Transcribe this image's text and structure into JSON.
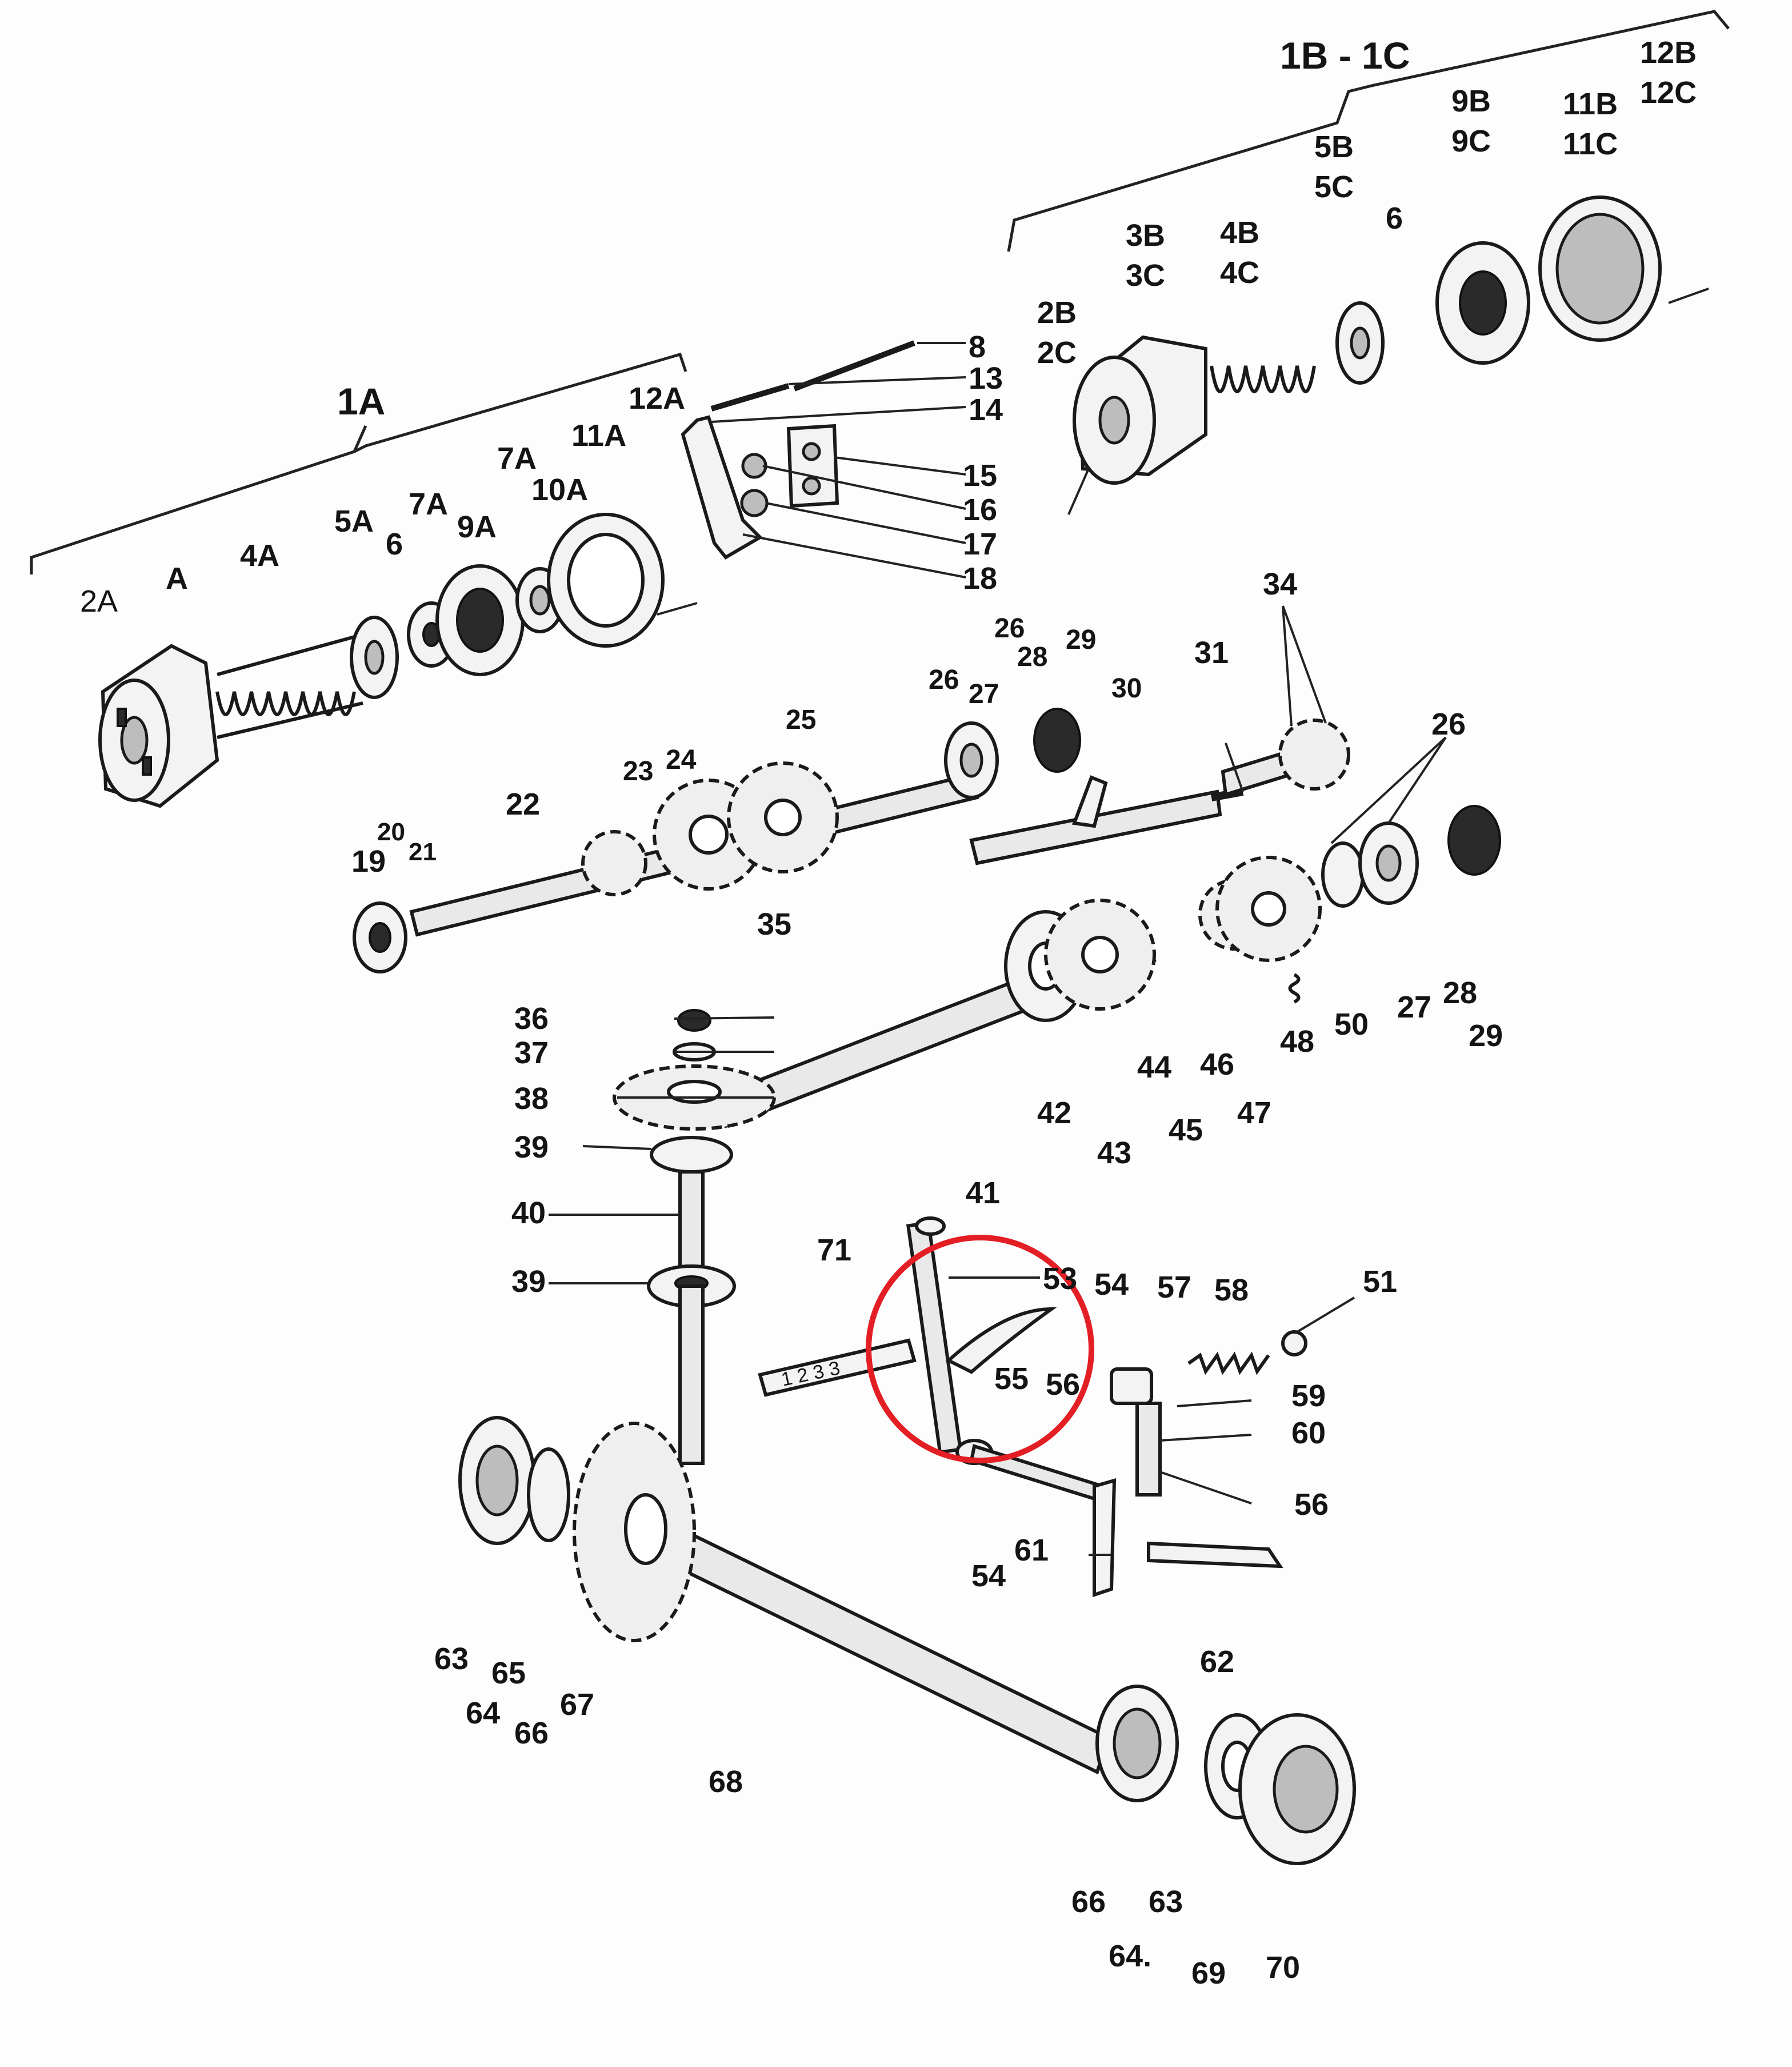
{
  "groups": {
    "g1a": "1A",
    "g1bc": "1B - 1C"
  },
  "labels": [
    {
      "id": "2a",
      "text": "2A"
    },
    {
      "id": "3a",
      "text": "A"
    },
    {
      "id": "4a",
      "text": "4A"
    },
    {
      "id": "5a",
      "text": "5A"
    },
    {
      "id": "6a",
      "text": "6"
    },
    {
      "id": "7a1",
      "text": "7A"
    },
    {
      "id": "7a2",
      "text": "7A"
    },
    {
      "id": "9a",
      "text": "9A"
    },
    {
      "id": "10a",
      "text": "10A"
    },
    {
      "id": "11a",
      "text": "11A"
    },
    {
      "id": "12a",
      "text": "12A"
    },
    {
      "id": "8",
      "text": "8"
    },
    {
      "id": "13",
      "text": "13"
    },
    {
      "id": "14",
      "text": "14"
    },
    {
      "id": "15",
      "text": "15"
    },
    {
      "id": "16",
      "text": "16"
    },
    {
      "id": "17",
      "text": "17"
    },
    {
      "id": "18",
      "text": "18"
    },
    {
      "id": "2b",
      "text": "2B"
    },
    {
      "id": "2c",
      "text": "2C"
    },
    {
      "id": "3b",
      "text": "3B"
    },
    {
      "id": "3c",
      "text": "3C"
    },
    {
      "id": "4b",
      "text": "4B"
    },
    {
      "id": "4c",
      "text": "4C"
    },
    {
      "id": "5b",
      "text": "5B"
    },
    {
      "id": "5c",
      "text": "5C"
    },
    {
      "id": "6b",
      "text": "6"
    },
    {
      "id": "9b",
      "text": "9B"
    },
    {
      "id": "9c",
      "text": "9C"
    },
    {
      "id": "11b",
      "text": "11B"
    },
    {
      "id": "11c",
      "text": "11C"
    },
    {
      "id": "12b",
      "text": "12B"
    },
    {
      "id": "12c",
      "text": "12C"
    },
    {
      "id": "19",
      "text": "19"
    },
    {
      "id": "20",
      "text": "20"
    },
    {
      "id": "21",
      "text": "21"
    },
    {
      "id": "22",
      "text": "22"
    },
    {
      "id": "23",
      "text": "23"
    },
    {
      "id": "24",
      "text": "24"
    },
    {
      "id": "25",
      "text": "25"
    },
    {
      "id": "26a",
      "text": "26"
    },
    {
      "id": "26b",
      "text": "26"
    },
    {
      "id": "27a",
      "text": "27"
    },
    {
      "id": "28a",
      "text": "28"
    },
    {
      "id": "29a",
      "text": "29"
    },
    {
      "id": "30",
      "text": "30"
    },
    {
      "id": "31",
      "text": "31"
    },
    {
      "id": "34",
      "text": "34"
    },
    {
      "id": "26c",
      "text": "26"
    },
    {
      "id": "50",
      "text": "50"
    },
    {
      "id": "27b",
      "text": "27"
    },
    {
      "id": "28b",
      "text": "28"
    },
    {
      "id": "29b",
      "text": "29"
    },
    {
      "id": "35",
      "text": "35"
    },
    {
      "id": "36",
      "text": "36"
    },
    {
      "id": "37",
      "text": "37"
    },
    {
      "id": "38",
      "text": "38"
    },
    {
      "id": "39a",
      "text": "39"
    },
    {
      "id": "40",
      "text": "40"
    },
    {
      "id": "39b",
      "text": "39"
    },
    {
      "id": "41",
      "text": "41"
    },
    {
      "id": "42",
      "text": "42"
    },
    {
      "id": "43",
      "text": "43"
    },
    {
      "id": "44",
      "text": "44"
    },
    {
      "id": "45",
      "text": "45"
    },
    {
      "id": "46",
      "text": "46"
    },
    {
      "id": "47",
      "text": "47"
    },
    {
      "id": "48",
      "text": "48"
    },
    {
      "id": "71",
      "text": "71"
    },
    {
      "id": "53",
      "text": "53"
    },
    {
      "id": "54a",
      "text": "54"
    },
    {
      "id": "55",
      "text": "55"
    },
    {
      "id": "56a",
      "text": "56"
    },
    {
      "id": "57",
      "text": "57"
    },
    {
      "id": "58",
      "text": "58"
    },
    {
      "id": "51",
      "text": "51"
    },
    {
      "id": "59",
      "text": "59"
    },
    {
      "id": "60",
      "text": "60"
    },
    {
      "id": "56b",
      "text": "56"
    },
    {
      "id": "54b",
      "text": "54"
    },
    {
      "id": "61",
      "text": "61"
    },
    {
      "id": "62",
      "text": "62"
    },
    {
      "id": "63a",
      "text": "63"
    },
    {
      "id": "65",
      "text": "65"
    },
    {
      "id": "64a",
      "text": "64"
    },
    {
      "id": "66a",
      "text": "66"
    },
    {
      "id": "67",
      "text": "67"
    },
    {
      "id": "68",
      "text": "68"
    },
    {
      "id": "66b",
      "text": "66"
    },
    {
      "id": "63b",
      "text": "63"
    },
    {
      "id": "64b",
      "text": "64."
    },
    {
      "id": "69",
      "text": "69"
    },
    {
      "id": "70",
      "text": "70"
    }
  ],
  "scale_plate": {
    "text": "1 2 3 3"
  },
  "colors": {
    "ink": "#141414",
    "highlight": "#e31e24"
  }
}
